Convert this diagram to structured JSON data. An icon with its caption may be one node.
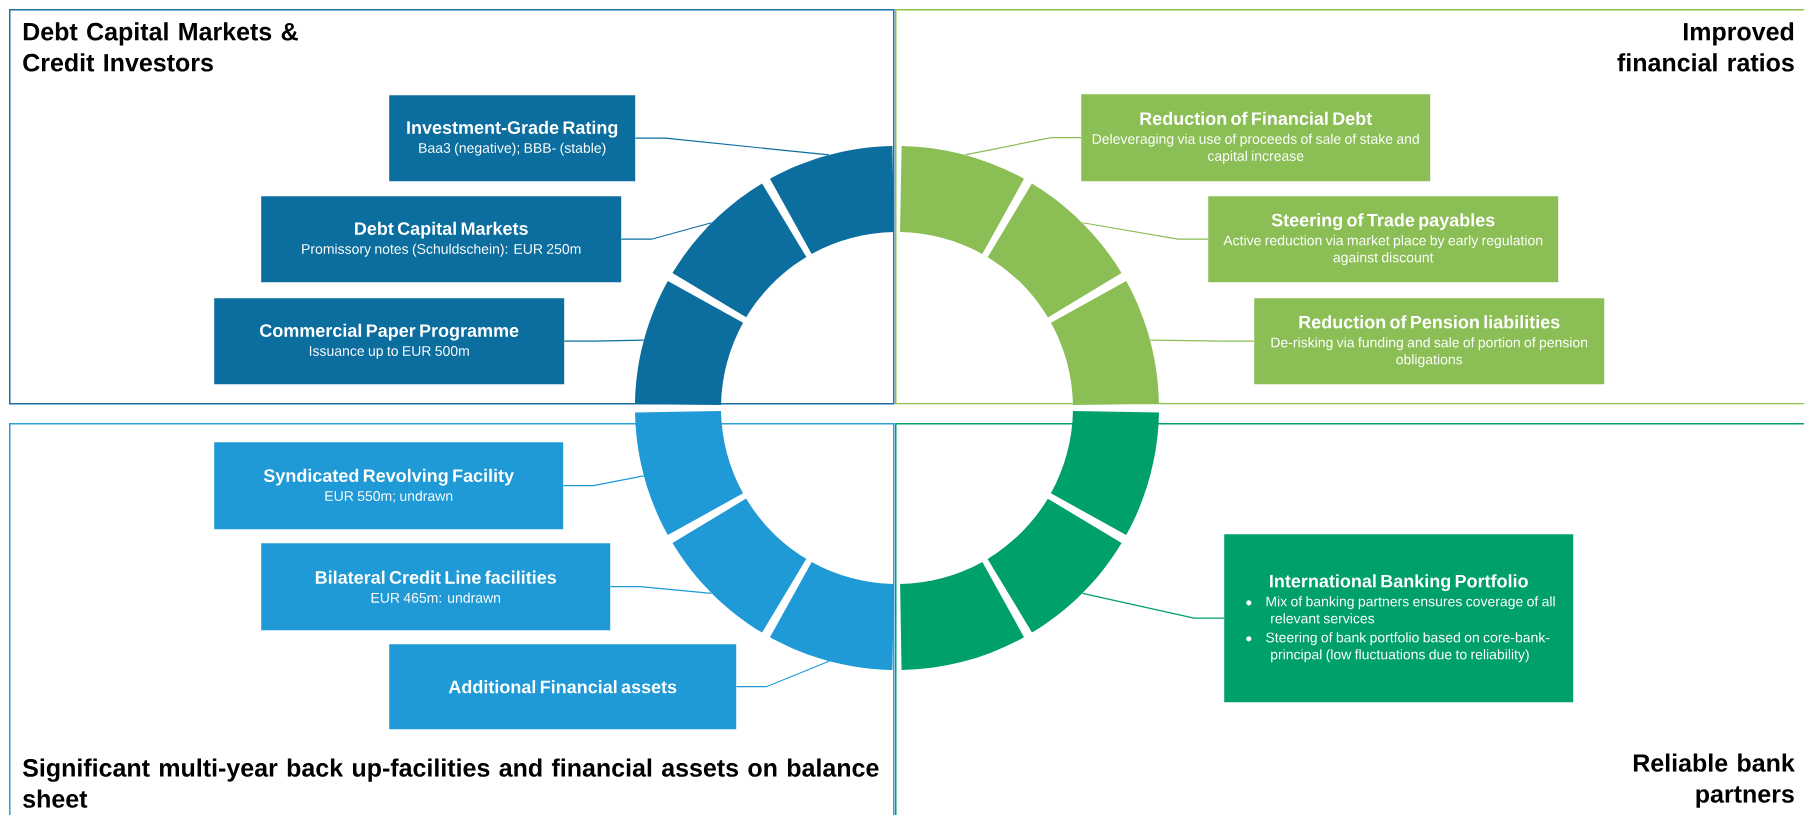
{
  "diagram": {
    "nodes": [
      {
        "text": [
          "Debt Capital Markets & Credit Investors"
        ]
      },
      {
        "text": [
          "Improved financial ratios"
        ]
      },
      {
        "text": [
          "Significant multi-year back up-facilities and financial assets on balance sheet"
        ]
      },
      {
        "text": [
          "Reliable bank partners"
        ]
      },
      {
        "text": [
          "Investment-Grade Rating",
          "Baa3 (negative); BBB- (stable)"
        ],
        "in": 0
      },
      {
        "text": [
          "Debt Capital Markets",
          "Promissory notes (Schuldschein): EUR 250m"
        ],
        "in": 0
      },
      {
        "text": [
          "Commercial Paper Programme",
          "Issuance up to EUR 500m"
        ],
        "in": 0
      },
      {
        "text": [
          "Reduction of Financial Debt",
          "Deleveraging via use of proceeds of sale of stake and capital increase"
        ],
        "in": 1
      },
      {
        "text": [
          "Steering of Trade payables",
          "Active reduction via market place by early regulation against discount"
        ],
        "in": 1
      },
      {
        "text": [
          "Reduction of Pension liabilities",
          "De-risking via funding and sale of portion of pension obligations"
        ],
        "in": 1
      },
      {
        "text": [
          "Syndicated Revolving Facility",
          "EUR 550m; undrawn"
        ],
        "in": 2
      },
      {
        "text": [
          "Bilateral Credit Line facilities",
          "EUR 465m: undrawn"
        ],
        "in": 2
      },
      {
        "text": [
          "Additional Financial assets"
        ],
        "in": 2
      },
      {
        "text": [
          "International Banking Portfolio",
          "Mix of banking partners ensures coverage of all relevant services",
          "Steering of bank portfolio based on core-bank-principal (low fluctuations due to reliability)"
        ],
        "in": 3
      },
      {
        "text": [],
        "shape": "arc",
        "in": 0
      },
      {
        "text": [],
        "shape": "arc",
        "in": 0
      },
      {
        "text": [],
        "shape": "arc",
        "in": 0
      },
      {
        "text": [],
        "shape": "arc",
        "in": 1
      },
      {
        "text": [],
        "shape": "arc",
        "in": 1
      },
      {
        "text": [],
        "shape": "arc",
        "in": 1
      },
      {
        "text": [],
        "shape": "arc"
      },
      {
        "text": [],
        "shape": "arc",
        "in": 2
      },
      {
        "text": [],
        "shape": "arc",
        "in": 2
      },
      {
        "text": [],
        "shape": "arc",
        "in": 3
      },
      {
        "text": [],
        "shape": "arc",
        "in": 3
      },
      {
        "text": [],
        "shape": "arc"
      }
    ],
    "edges": [
      {
        "from": 4,
        "to": 14,
        "arrow": "none",
        "color": "#0b6e9e"
      },
      {
        "from": 5,
        "to": 15,
        "arrow": "none",
        "color": "#0b6e9e"
      },
      {
        "from": 6,
        "to": 16,
        "arrow": "none",
        "color": "#0b6e9e"
      },
      {
        "from": 7,
        "to": 17,
        "arrow": "none",
        "color": "#8bbf56"
      },
      {
        "from": 8,
        "to": 18,
        "arrow": "none",
        "color": "#8bbf56"
      },
      {
        "from": 9,
        "to": 19,
        "arrow": "none",
        "color": "#8bbf56"
      },
      {
        "from": 10,
        "to": 20,
        "arrow": "none",
        "color": "#1f9ad6"
      },
      {
        "from": 11,
        "to": 21,
        "arrow": "none",
        "color": "#1f9ad6"
      },
      {
        "from": 12,
        "to": 22,
        "arrow": "none",
        "color": "#1f9ad6"
      },
      {
        "from": 13,
        "to": 24,
        "arrow": "none",
        "color": "#00a06a"
      }
    ]
  }
}
